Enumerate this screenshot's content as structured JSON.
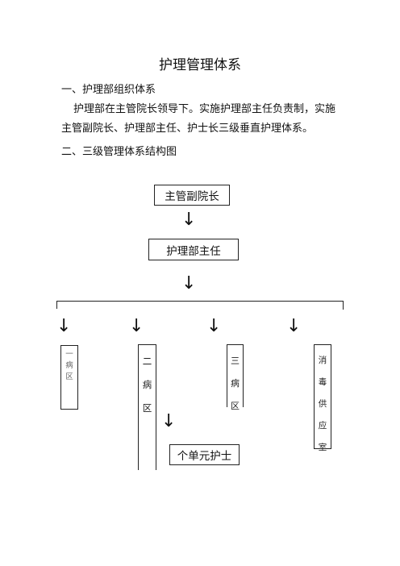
{
  "document": {
    "title": "护理管理体系",
    "section1_heading": "一、护理部组织体系",
    "section1_line1": "护理部在主管院长领导下。实施护理部主任负责制，实施",
    "section1_line2": "主管副院长、护理部主任、护士长三级垂直护理体系。",
    "section2_heading": "二、三级管理体系结构图"
  },
  "chart": {
    "level1": "主管副院长",
    "level2": "护理部主任",
    "arrow_glyph": "↓",
    "wards": [
      {
        "label": "一病区",
        "chars": [
          "一",
          "病",
          "区"
        ]
      },
      {
        "label": "二病区",
        "chars": [
          "二",
          "病",
          "区"
        ]
      },
      {
        "label": "三病区",
        "chars": [
          "三",
          "病",
          "区"
        ]
      },
      {
        "label": "消毒供应室",
        "chars": [
          "消",
          "毒",
          "供",
          "应",
          "室"
        ]
      }
    ],
    "unit_nurses": "个单元护士"
  }
}
